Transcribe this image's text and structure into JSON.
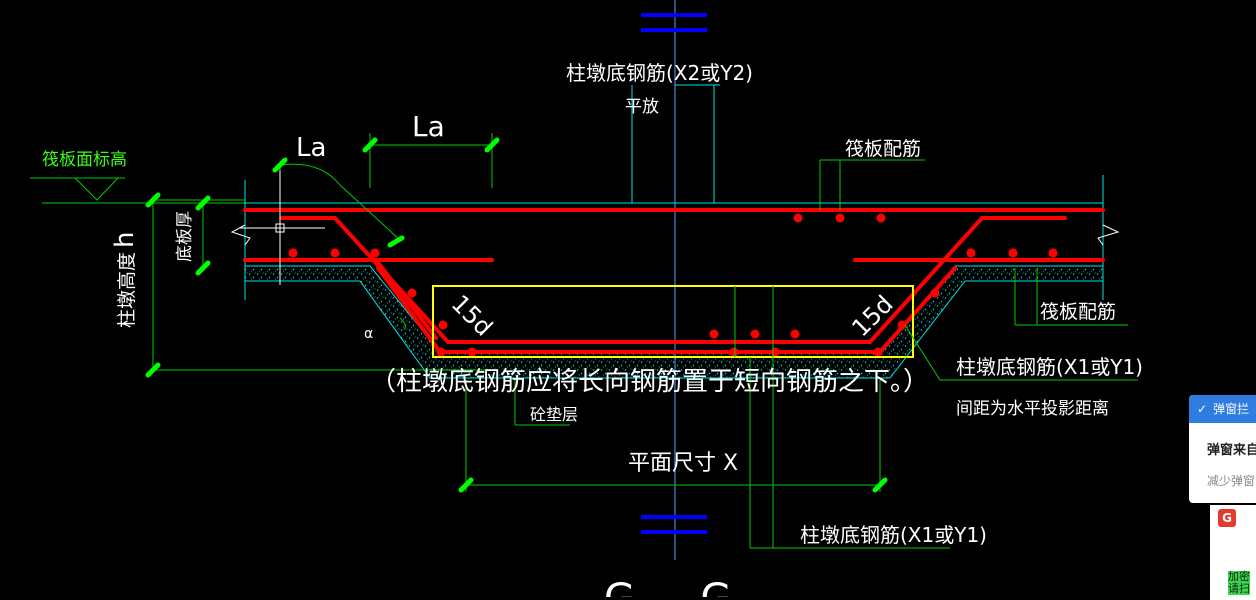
{
  "drawing": {
    "column_pier_bottom_bar_top": "柱墩底钢筋(X2或Y2)",
    "lay_flat": "平放",
    "anchor_length_top": "La",
    "anchor_length_left": "La",
    "raft_surface_level": "筏板面标高",
    "raft_bottom_thickness": "底板厚",
    "pier_height": "柱墩高度",
    "height_symbol": "h",
    "raft_reinforcement_top": "筏板配筋",
    "raft_reinforcement_right": "筏板配筋",
    "bend_left": "15d",
    "bend_right": "15d",
    "angle_symbol": "α",
    "pier_bottom_bar_right": "柱墩底钢筋(X1或Y1)",
    "spacing_note": "间距为水平投影距离",
    "note": "（柱墩底钢筋应将长向钢筋置于短向钢筋之下。）",
    "cushion_layer": "砼垫层",
    "plan_size": "平面尺寸 X",
    "pier_bottom_bar_bottom": "柱墩底钢筋(X1或Y1)",
    "section_mark_partial": "G — G"
  },
  "popup": {
    "header": "弹窗拦",
    "title": "弹窗来自",
    "subtitle": "减少弹窗"
  },
  "side_panel": {
    "logo": "G",
    "text": "加密\n请扫"
  },
  "colors": {
    "background": "#000000",
    "rebar": "#ff0000",
    "dimension": "#00ff00",
    "leader": "#00e5e5",
    "highlight": "#ffff00",
    "axis_mark": "#0000ff",
    "popup_accent": "#2f7de1"
  }
}
